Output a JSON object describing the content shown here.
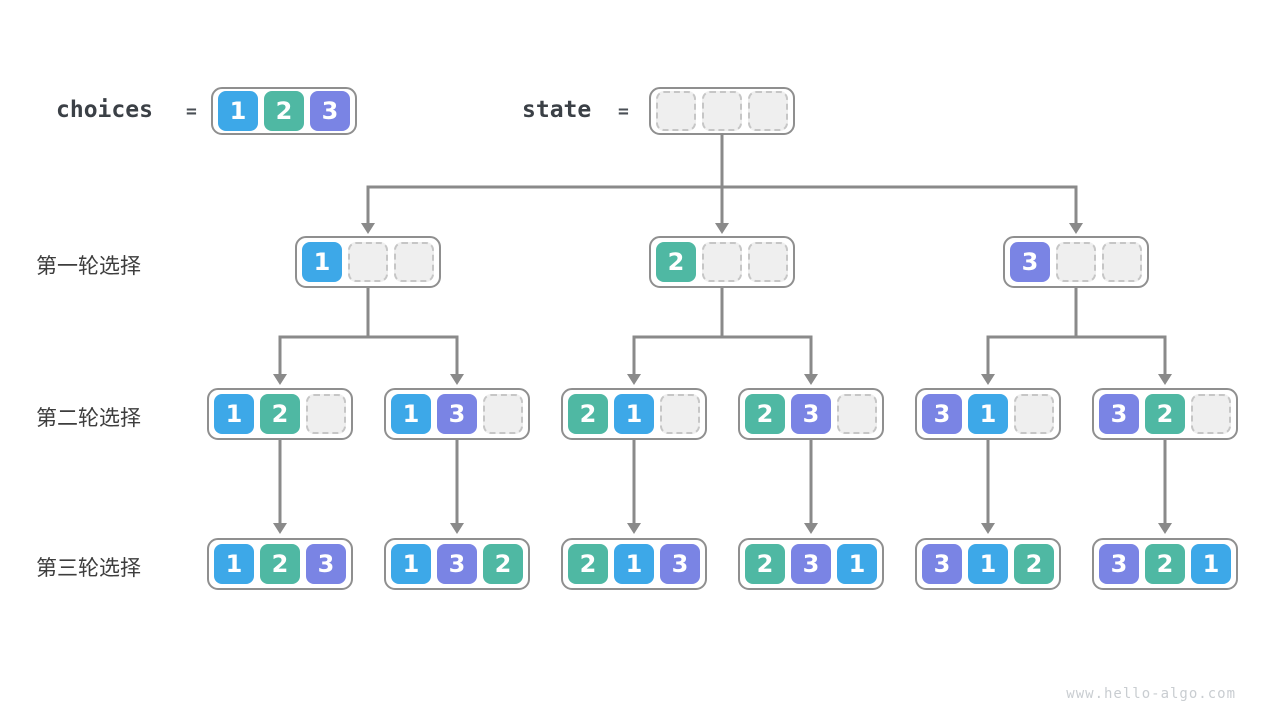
{
  "header": {
    "choices_label": "choices",
    "equals": "=",
    "choices_cells": [
      "1",
      "2",
      "3"
    ],
    "state_label": "state",
    "state_cells": [
      "",
      "",
      ""
    ]
  },
  "rows": [
    {
      "label": "第一轮选择",
      "nodes": [
        [
          "1",
          "",
          ""
        ],
        [
          "2",
          "",
          ""
        ],
        [
          "3",
          "",
          ""
        ]
      ]
    },
    {
      "label": "第二轮选择",
      "nodes": [
        [
          "1",
          "2",
          ""
        ],
        [
          "1",
          "3",
          ""
        ],
        [
          "2",
          "1",
          ""
        ],
        [
          "2",
          "3",
          ""
        ],
        [
          "3",
          "1",
          ""
        ],
        [
          "3",
          "2",
          ""
        ]
      ]
    },
    {
      "label": "第三轮选择",
      "nodes": [
        [
          "1",
          "2",
          "3"
        ],
        [
          "1",
          "3",
          "2"
        ],
        [
          "2",
          "1",
          "3"
        ],
        [
          "2",
          "3",
          "1"
        ],
        [
          "3",
          "1",
          "2"
        ],
        [
          "3",
          "2",
          "1"
        ]
      ]
    }
  ],
  "palette": {
    "1": "#3da8e8",
    "2": "#4fb8a3",
    "3": "#7a84e4",
    "empty_fill": "#efefef",
    "empty_border": "#c6c6c6",
    "node_border": "#8f8f8f",
    "arrow": "#8a8a8a",
    "label_text": "#3d3d3d"
  },
  "watermark": "www.hello-algo.com"
}
